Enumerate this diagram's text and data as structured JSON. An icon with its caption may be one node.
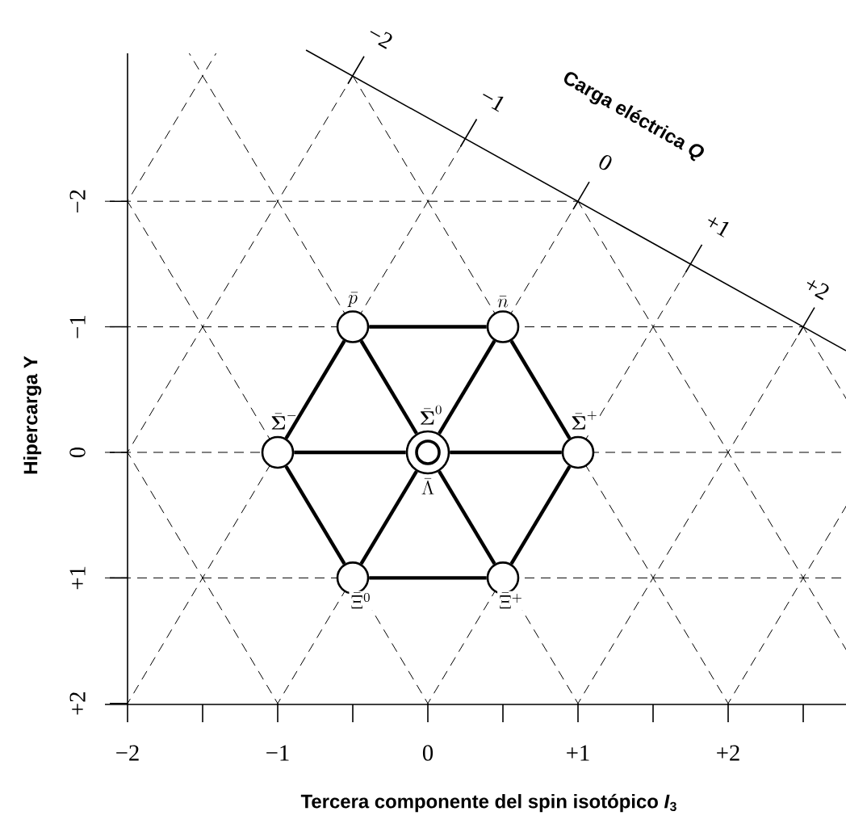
{
  "diagram": {
    "nodes": [
      {
        "text": [
          "\\bar{p}"
        ]
      },
      {
        "text": [
          "\\bar{n}"
        ]
      },
      {
        "text": [
          "\\bar{\\boldsymbol{\\Sigma}}^{-}"
        ]
      },
      {
        "text": [
          "\\bar{\\boldsymbol{\\Sigma}}^{0}",
          "\\bar{\\Lambda}"
        ]
      },
      {
        "text": [
          "\\bar{\\boldsymbol{\\Sigma}}^{+}"
        ]
      },
      {
        "text": [
          "\\bar{\\Xi}^{0}"
        ]
      },
      {
        "text": [
          "\\bar{\\Xi}^{+}"
        ]
      }
    ],
    "edges": [
      {
        "from": 0,
        "to": 1,
        "arrow": "none"
      },
      {
        "from": 1,
        "to": 4,
        "arrow": "none"
      },
      {
        "from": 4,
        "to": 6,
        "arrow": "none"
      },
      {
        "from": 5,
        "to": 6,
        "arrow": "none"
      },
      {
        "from": 2,
        "to": 5,
        "arrow": "none"
      },
      {
        "from": 2,
        "to": 0,
        "arrow": "none"
      },
      {
        "from": 2,
        "to": 3,
        "arrow": "none"
      },
      {
        "from": 3,
        "to": 4,
        "arrow": "none"
      },
      {
        "from": 0,
        "to": 3,
        "arrow": "none"
      },
      {
        "from": 3,
        "to": 6,
        "arrow": "none"
      },
      {
        "from": 1,
        "to": 3,
        "arrow": "none"
      },
      {
        "from": 3,
        "to": 5,
        "arrow": "none"
      }
    ],
    "labels": [
      "Carga eléctrica *Q*",
      "−2",
      "−1",
      "0",
      "+1",
      "+2",
      "Hipercarga Y",
      "−2",
      "−1",
      "0",
      "+1",
      "+2",
      "−2",
      "−1",
      "0",
      "+1",
      "+2",
      "Tercera componente del spin isotópico *I*$_{3}$"
    ]
  }
}
